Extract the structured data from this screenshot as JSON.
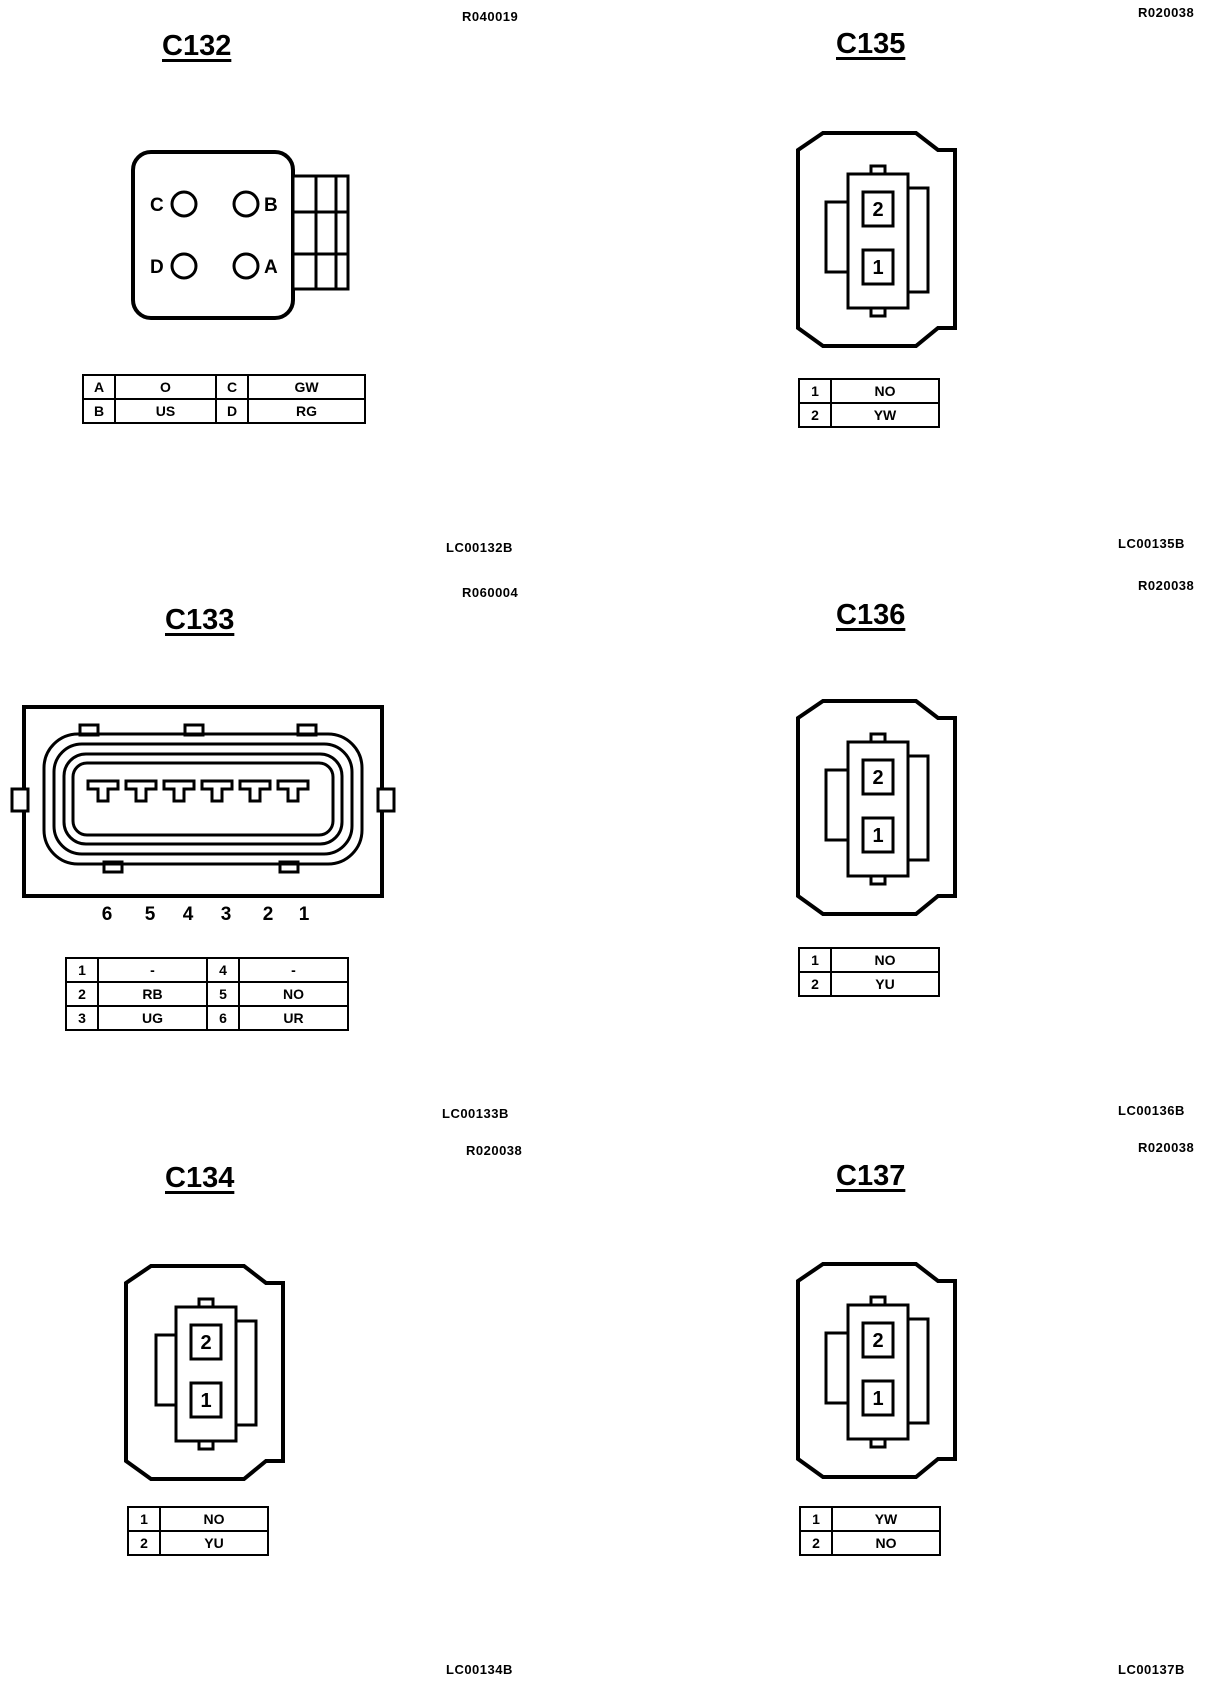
{
  "panels": [
    {
      "id": "c132",
      "title": "C132",
      "ref_top": "R040019",
      "ref_bottom": "LC00132B",
      "pin_labels": [
        "A",
        "B",
        "C",
        "D"
      ],
      "pins": [
        {
          "pin": "A",
          "wire": "O",
          "pin2": "C",
          "wire2": "GW"
        },
        {
          "pin": "B",
          "wire": "US",
          "pin2": "D",
          "wire2": "RG"
        }
      ]
    },
    {
      "id": "c135",
      "title": "C135",
      "ref_top": "R020038",
      "ref_bottom": "LC00135B",
      "pin_labels": [
        "1",
        "2"
      ],
      "pins": [
        {
          "pin": "1",
          "wire": "NO"
        },
        {
          "pin": "2",
          "wire": "YW"
        }
      ]
    },
    {
      "id": "c133",
      "title": "C133",
      "ref_top": "R060004",
      "ref_bottom": "LC00133B",
      "pin_labels": [
        "6",
        "5",
        "4",
        "3",
        "2",
        "1"
      ],
      "pins": [
        {
          "pin": "1",
          "wire": "-",
          "pin2": "4",
          "wire2": "-"
        },
        {
          "pin": "2",
          "wire": "RB",
          "pin2": "5",
          "wire2": "NO"
        },
        {
          "pin": "3",
          "wire": "UG",
          "pin2": "6",
          "wire2": "UR"
        }
      ]
    },
    {
      "id": "c136",
      "title": "C136",
      "ref_top": "R020038",
      "ref_bottom": "LC00136B",
      "pin_labels": [
        "1",
        "2"
      ],
      "pins": [
        {
          "pin": "1",
          "wire": "NO"
        },
        {
          "pin": "2",
          "wire": "YU"
        }
      ]
    },
    {
      "id": "c134",
      "title": "C134",
      "ref_top": "R020038",
      "ref_bottom": "LC00134B",
      "pin_labels": [
        "1",
        "2"
      ],
      "pins": [
        {
          "pin": "1",
          "wire": "NO"
        },
        {
          "pin": "2",
          "wire": "YU"
        }
      ]
    },
    {
      "id": "c137",
      "title": "C137",
      "ref_top": "R020038",
      "ref_bottom": "LC00137B",
      "pin_labels": [
        "1",
        "2"
      ],
      "pins": [
        {
          "pin": "1",
          "wire": "YW"
        },
        {
          "pin": "2",
          "wire": "NO"
        }
      ]
    }
  ]
}
